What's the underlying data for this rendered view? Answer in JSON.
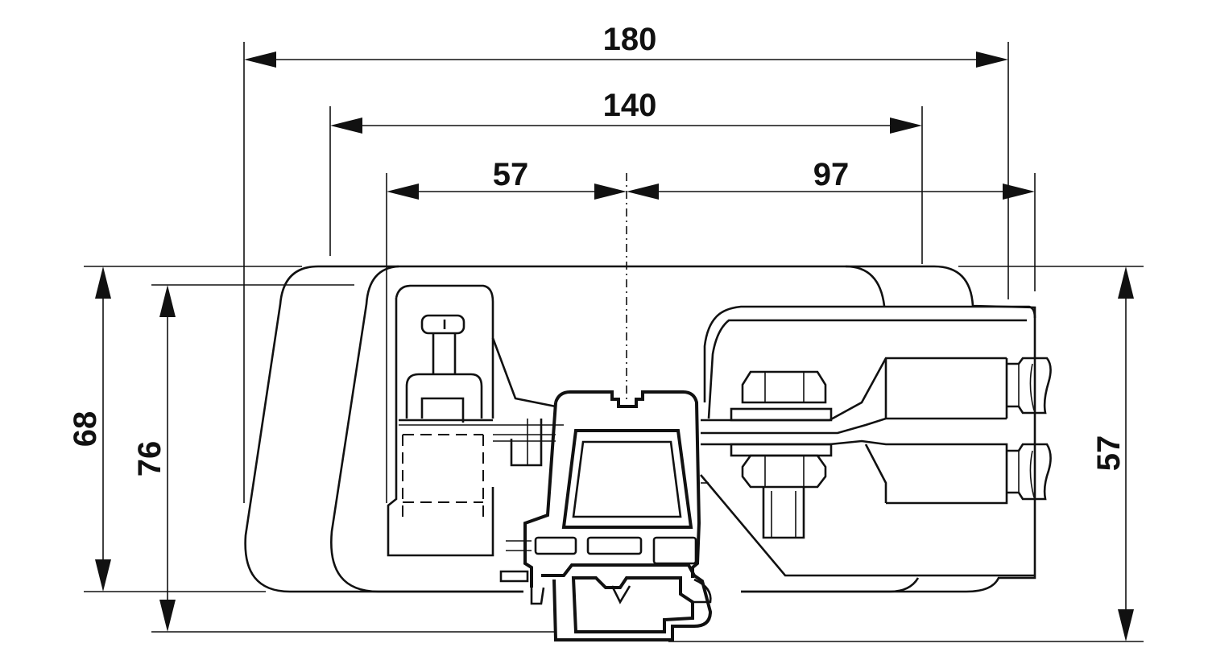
{
  "drawing": {
    "line_color": "#111111",
    "background": "#ffffff",
    "dimensions": {
      "overall_width": "180",
      "inner_width": "140",
      "left_to_center": "57",
      "center_to_right": "97",
      "height_left_outer": "68",
      "height_left_inner": "76",
      "height_right": "57"
    }
  }
}
